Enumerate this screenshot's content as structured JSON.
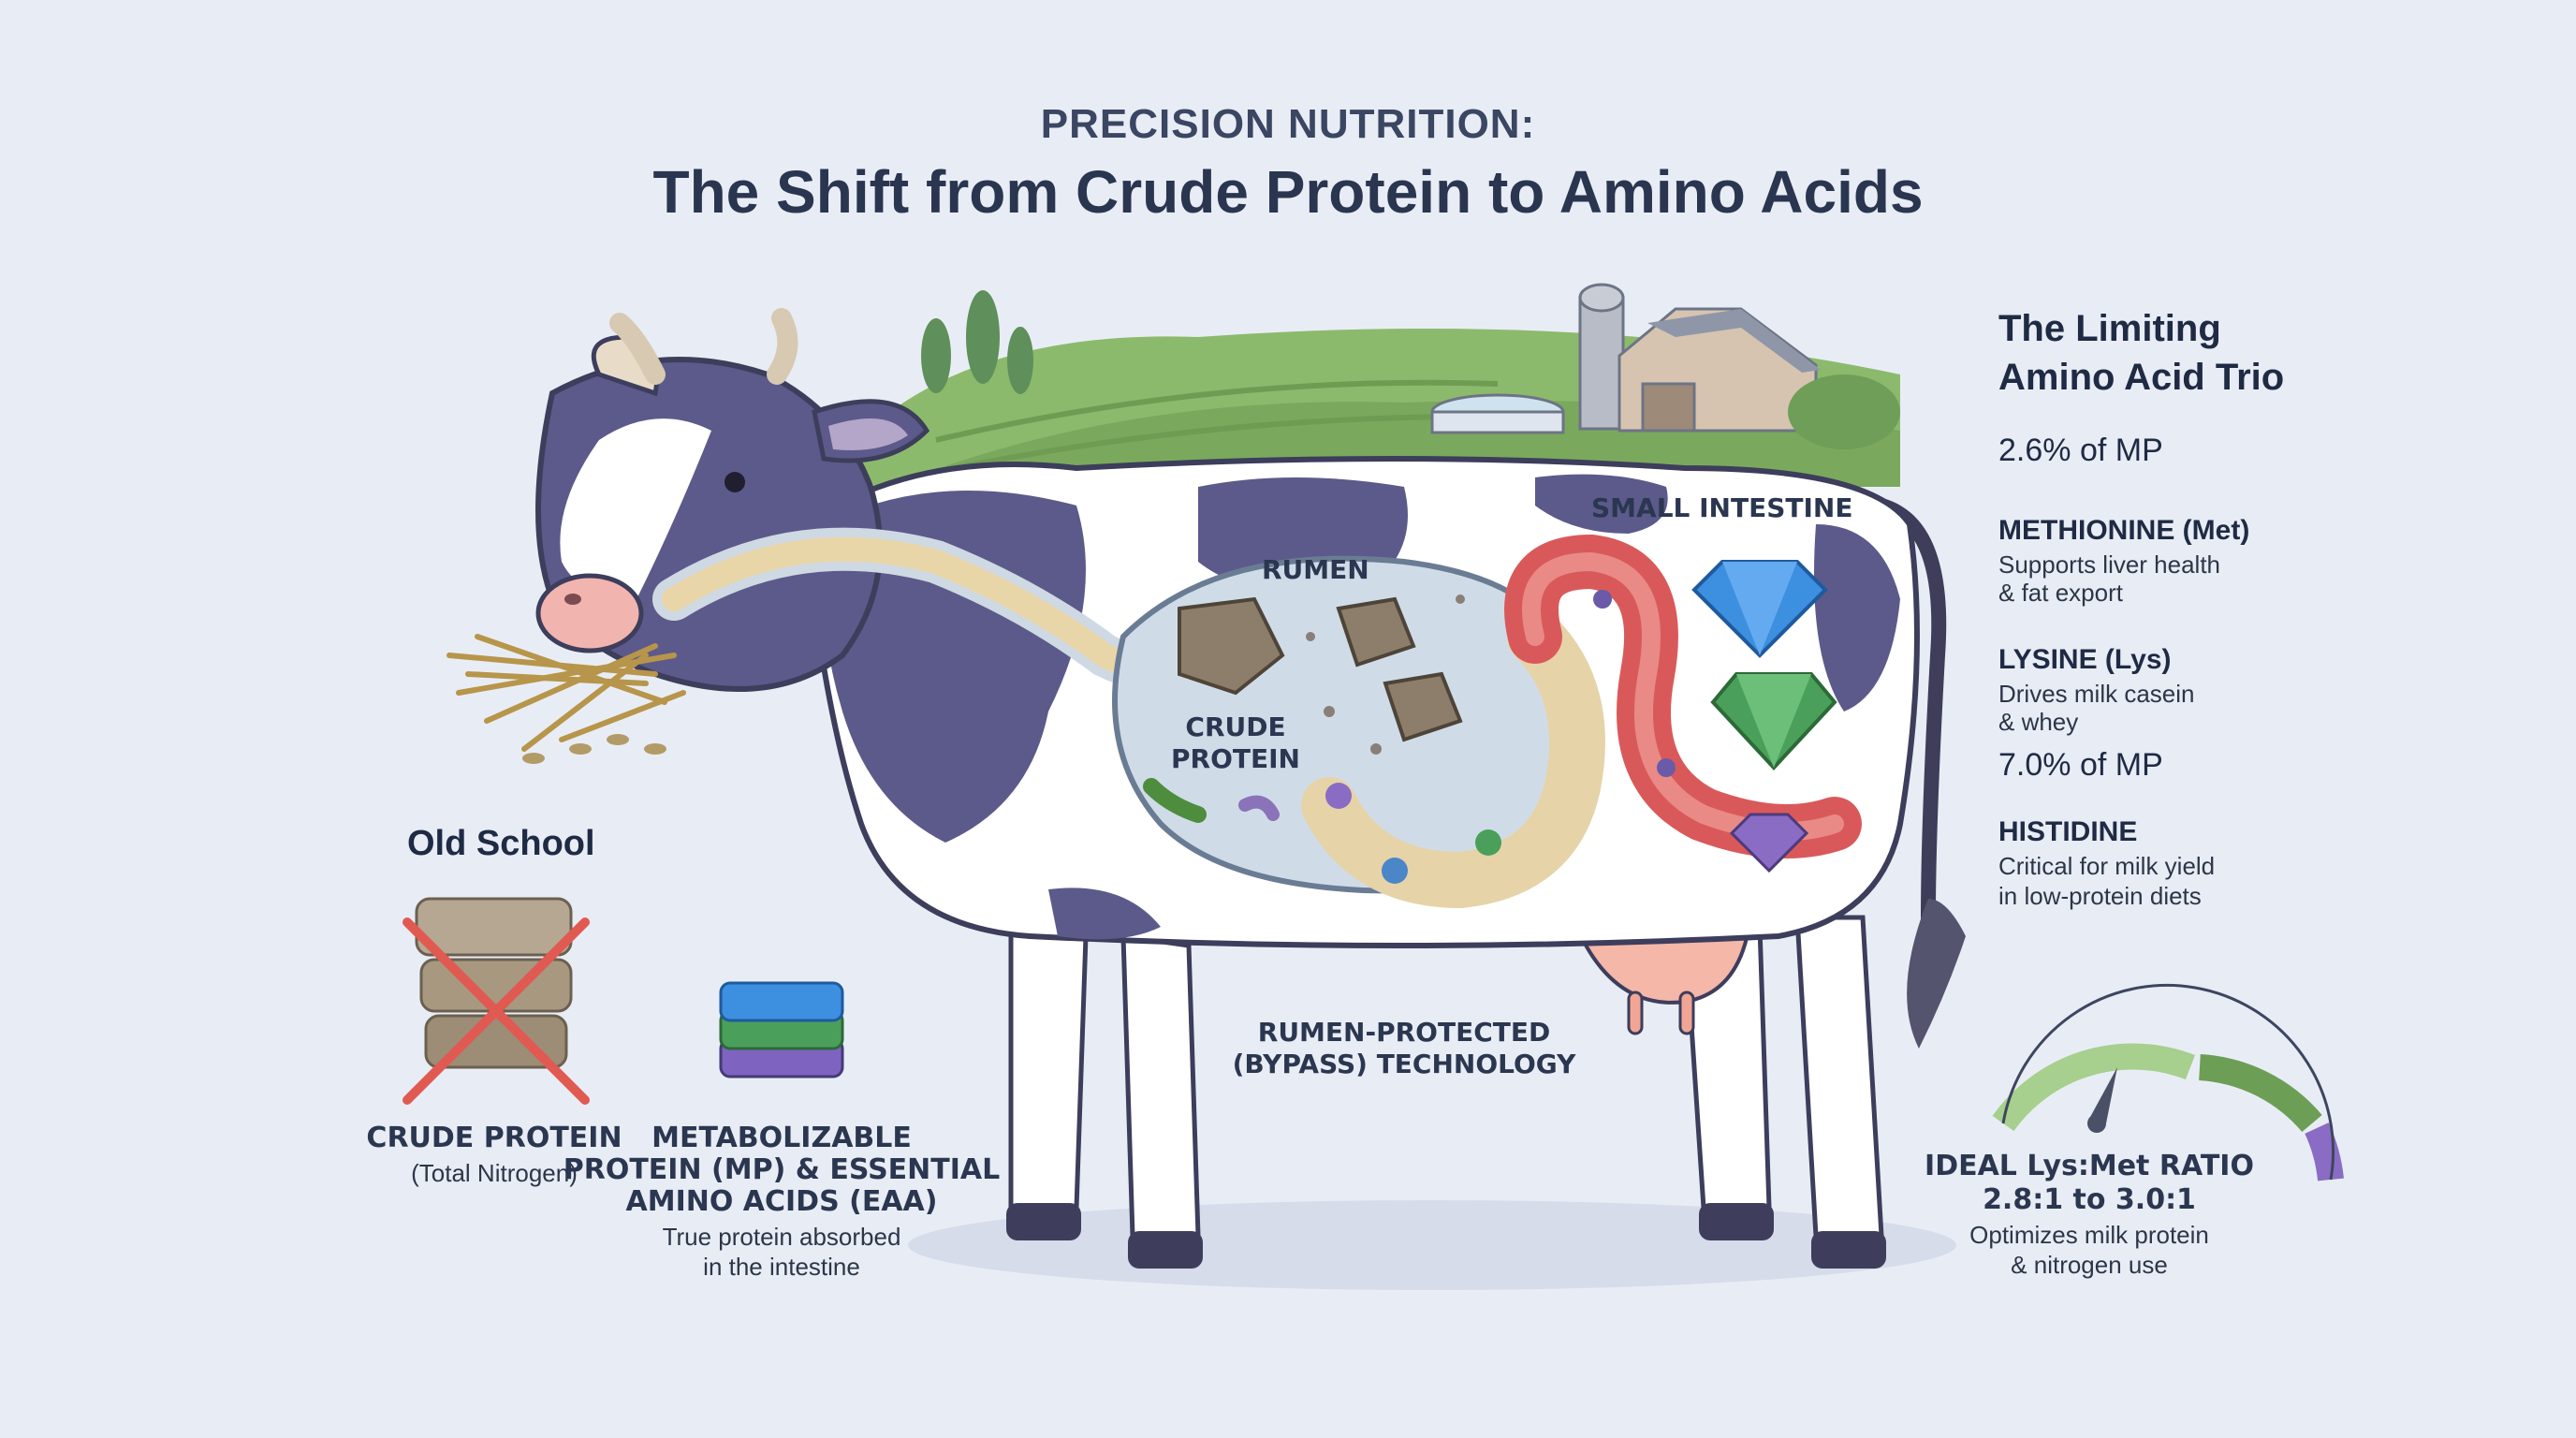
{
  "title": {
    "kicker": "PRECISION NUTRITION:",
    "main": "The Shift from Crude Protein to Amino Acids"
  },
  "labels": {
    "rumen": "RUMEN",
    "crude_protein_line1": "CRUDE",
    "crude_protein_line2": "PROTEIN",
    "small_intestine": "SMALL INTESTINE",
    "bypass_line1": "RUMEN-PROTECTED",
    "bypass_line2": "(BYPASS) TECHNOLOGY"
  },
  "left_panel": {
    "heading": "Old School",
    "crude_title": "CRUDE PROTEIN",
    "crude_sub": "(Total Nitrogen)",
    "mp_title_line1": "METABOLIZABLE",
    "mp_title_line2": "PROTEIN (MP) & ESSENTIAL",
    "mp_title_line3": "AMINO ACIDS (EAA)",
    "mp_sub_line1": "True protein absorbed",
    "mp_sub_line2": "in the intestine"
  },
  "right_panel": {
    "heading_line1": "The Limiting",
    "heading_line2": "Amino Acid Trio",
    "value_1": "2.6% of MP",
    "met_title": "METHIONINE (Met)",
    "met_desc_line1": "Supports liver health",
    "met_desc_line2": "& fat export",
    "lys_title": "LYSINE (Lys)",
    "lys_desc_line1": "Drives milk casein",
    "lys_desc_line2": "& whey",
    "value_2": "7.0% of MP",
    "his_title": "HISTIDINE",
    "his_desc_line1": "Critical for milk yield",
    "his_desc_line2": "in low-protein diets",
    "ratio_title": "IDEAL Lys:Met RATIO",
    "ratio_value": "2.8:1 to 3.0:1",
    "ratio_desc_line1": "Optimizes milk protein",
    "ratio_desc_line2": "& nitrogen use"
  },
  "colors": {
    "background": "#e8edf5",
    "cow_spot": "#5c5a8a",
    "rumen_fill": "#cfdce8",
    "intestine_red": "#d9595a",
    "intestine_tan": "#e6d3a8",
    "gem_blue": "#3d8fe0",
    "gem_green": "#4aa05a",
    "gem_purple": "#7b5bb5",
    "udder_pink": "#f4b7a8",
    "gauge_green": "#a7cf8e",
    "gauge_purple": "#8a6cc4"
  }
}
